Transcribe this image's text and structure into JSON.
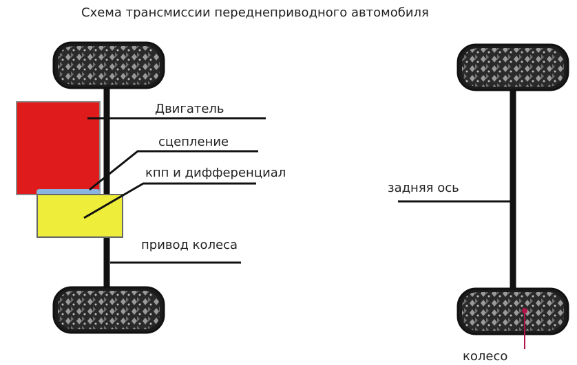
{
  "title": "Схема трансмиссии переднеприводного автомобиля",
  "labels": {
    "engine": "Двигатель",
    "clutch": "сцепление",
    "gearbox_diff": "кпп и дифференциал",
    "wheel_drive": "привод колеса",
    "rear_axle": "задняя ось",
    "wheel": "колесо"
  },
  "colors": {
    "engine": "#e01b1b",
    "clutch": "#8ab4e0",
    "gearbox": "#eeee3a",
    "axle": "#111111",
    "tire": "#1c1c1c",
    "wheel_pointer": "#b0154a"
  },
  "icons": [
    "tire-icon"
  ]
}
